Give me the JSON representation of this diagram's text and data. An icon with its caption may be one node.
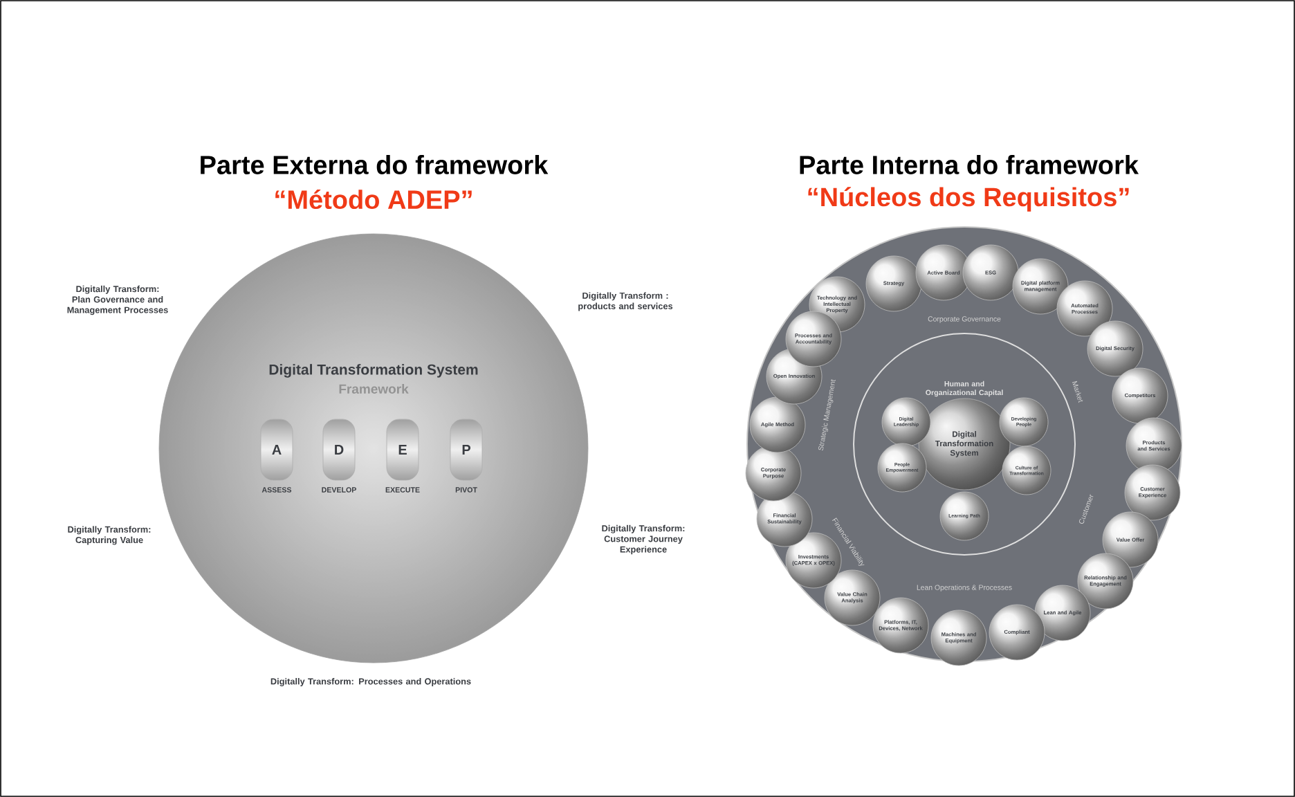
{
  "diagram": {
    "nodes": [
      {
        "text": [
          "Digital Transformation System",
          "Framework"
        ]
      },
      {
        "text": [
          "A"
        ],
        "in": 0,
        "beside": [
          "ASSESS"
        ]
      },
      {
        "text": [
          "D"
        ],
        "in": 0,
        "beside": [
          "DEVELOP"
        ]
      },
      {
        "text": [
          "E"
        ],
        "in": 0,
        "beside": [
          "EXECUTE"
        ]
      },
      {
        "text": [
          "P"
        ],
        "in": 0,
        "beside": [
          "PIVOT"
        ]
      },
      {
        "text": [
          "Corporate Governance",
          "Market",
          "Customer",
          "Lean Operations & Processes",
          "Financial Viability",
          "Strategic Management"
        ]
      },
      {
        "text": [
          "Technology and Intellectual Property"
        ],
        "in": 5
      },
      {
        "text": [
          "Strategy"
        ],
        "in": 5
      },
      {
        "text": [
          "Active Board"
        ],
        "in": 5
      },
      {
        "text": [
          "ESG"
        ],
        "in": 5
      },
      {
        "text": [
          "Digital platform management"
        ],
        "in": 5
      },
      {
        "text": [
          "Automated Processes"
        ],
        "in": 5
      },
      {
        "text": [
          "Digital Security"
        ],
        "in": 5
      },
      {
        "text": [
          "Competitors"
        ],
        "in": 5
      },
      {
        "text": [
          "Products and Services"
        ],
        "in": 5
      },
      {
        "text": [
          "Customer Experience"
        ],
        "in": 5
      },
      {
        "text": [
          "Value Offer"
        ],
        "in": 5
      },
      {
        "text": [
          "Relationship and Engagement"
        ],
        "in": 5
      },
      {
        "text": [
          "Lean and Agile"
        ],
        "in": 5
      },
      {
        "text": [
          "Compliant"
        ],
        "in": 5
      },
      {
        "text": [
          "Machines and Equipment"
        ],
        "in": 5
      },
      {
        "text": [
          "Platforms, IT, Devices, Network"
        ],
        "in": 5
      },
      {
        "text": [
          "Value Chain Analysis"
        ],
        "in": 5
      },
      {
        "text": [
          "Investments (CAPEX x OPEX)"
        ],
        "in": 5
      },
      {
        "text": [
          "Financial Sustainability"
        ],
        "in": 5
      },
      {
        "text": [
          "Corporate Purpose"
        ],
        "in": 5
      },
      {
        "text": [
          "Agile Method"
        ],
        "in": 5
      },
      {
        "text": [
          "Open Innovation"
        ],
        "in": 5
      },
      {
        "text": [
          "Processes and Accountability"
        ],
        "in": 5
      },
      {
        "text": [
          "Human and Organizational Capital"
        ],
        "in": 5
      },
      {
        "text": [
          "Digital Transformation System"
        ],
        "in": 29
      },
      {
        "text": [
          "Digital Leadership"
        ],
        "in": 29
      },
      {
        "text": [
          "Developing People"
        ],
        "in": 29
      },
      {
        "text": [
          "People Empowerment"
        ],
        "in": 29
      },
      {
        "text": [
          "Culture of Transformation"
        ],
        "in": 29
      },
      {
        "text": [
          "Learning Path"
        ],
        "in": 29
      }
    ],
    "labels": [
      "Parte Externa do framework",
      "“Método ADEP”",
      "Parte Interna do framework",
      "“Núcleos dos Requisitos”",
      "Digitally Transform: Plan Governance and Management Processes",
      "Digitally Transform : products and services",
      "Digitally Transform: Capturing Value",
      "Digitally Transform: Customer Journey Experience",
      "Digitally Transform: Processes and Operations"
    ]
  }
}
